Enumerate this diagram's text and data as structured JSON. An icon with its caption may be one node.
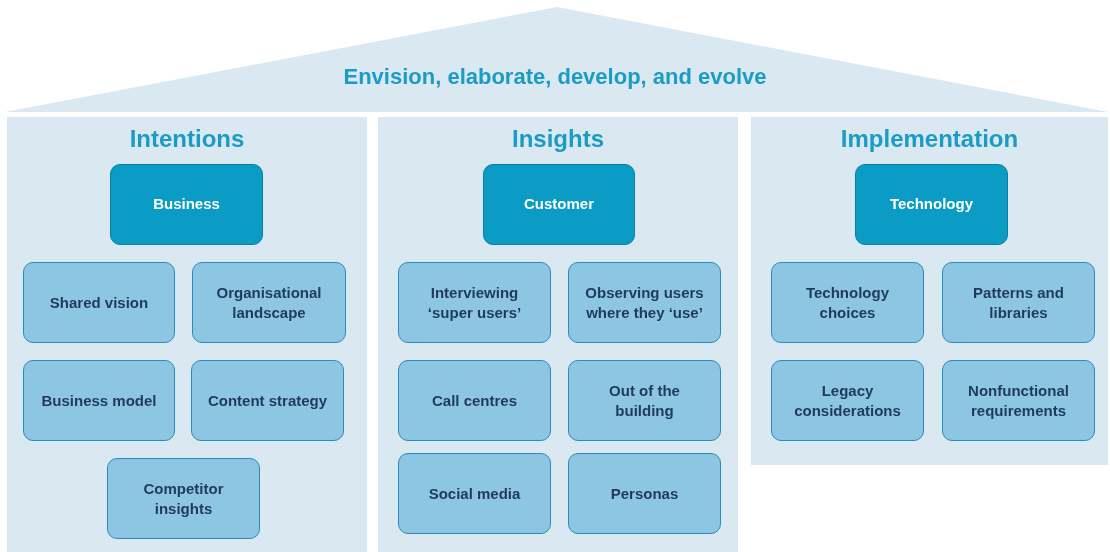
{
  "diagram": {
    "nodes": [
      {
        "text": [
          "Envision, elaborate, develop, and evolve"
        ]
      },
      {
        "text": [
          "Intentions"
        ]
      },
      {
        "text": [
          "Business"
        ],
        "in": 1
      },
      {
        "text": [
          "Shared vision"
        ],
        "in": 1
      },
      {
        "text": [
          "Organisational landscape"
        ],
        "in": 1
      },
      {
        "text": [
          "Business model"
        ],
        "in": 1
      },
      {
        "text": [
          "Content strategy"
        ],
        "in": 1
      },
      {
        "text": [
          "Competitor insights"
        ],
        "in": 1
      },
      {
        "text": [
          "Insights"
        ]
      },
      {
        "text": [
          "Customer"
        ],
        "in": 8
      },
      {
        "text": [
          "Interviewing ‘super users’"
        ],
        "in": 8
      },
      {
        "text": [
          "Observing users where they ‘use’"
        ],
        "in": 8
      },
      {
        "text": [
          "Call centres"
        ],
        "in": 8
      },
      {
        "text": [
          "Out of the building"
        ],
        "in": 8
      },
      {
        "text": [
          "Social media"
        ],
        "in": 8
      },
      {
        "text": [
          "Personas"
        ],
        "in": 8
      },
      {
        "text": [
          "Implementation"
        ]
      },
      {
        "text": [
          "Technology"
        ],
        "in": 16
      },
      {
        "text": [
          "Technology choices"
        ],
        "in": 16
      },
      {
        "text": [
          "Patterns and libraries"
        ],
        "in": 16
      },
      {
        "text": [
          "Legacy considerations"
        ],
        "in": 16
      },
      {
        "text": [
          "Nonfunctional requirements"
        ],
        "in": 16
      }
    ],
    "edges": []
  }
}
